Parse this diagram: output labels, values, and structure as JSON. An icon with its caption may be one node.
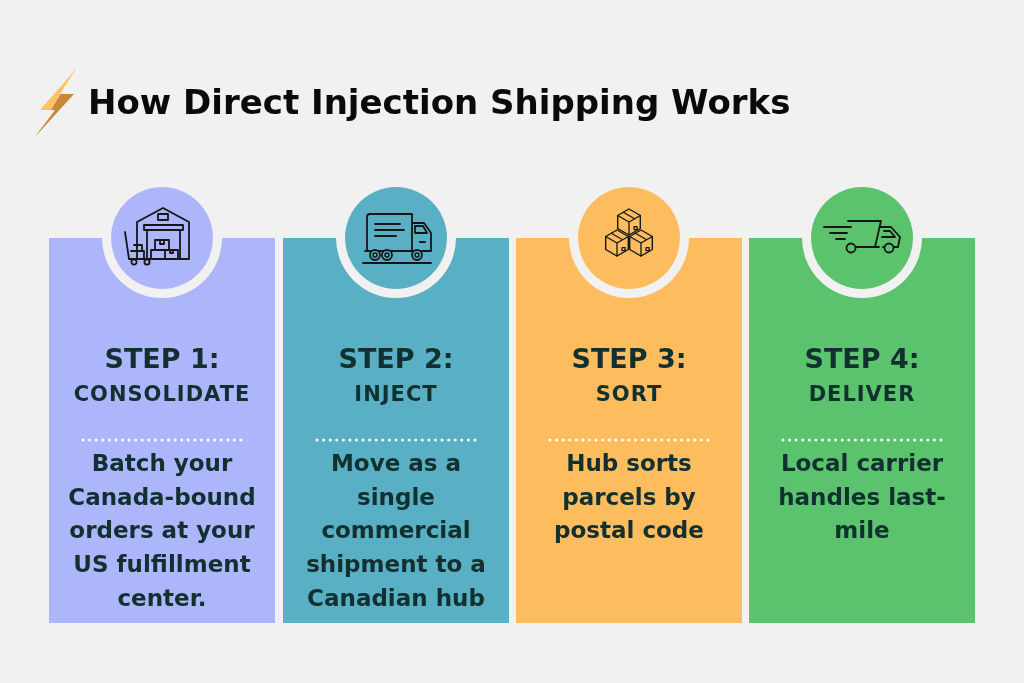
{
  "diagram": {
    "title": "How Direct Injection Shipping Works",
    "nodes": [
      {
        "text": [
          "STEP 1:",
          "CONSOLIDATE",
          "Batch your Canada-bound orders at your US fulfillment center."
        ]
      },
      {
        "text": [
          "STEP 2:",
          "INJECT",
          "Move as a single commercial shipment to a Canadian hub"
        ]
      },
      {
        "text": [
          "STEP 3:",
          "SORT",
          "Hub sorts parcels by postal code"
        ]
      },
      {
        "text": [
          "STEP 4:",
          "DELIVER",
          "Local carrier handles last-mile"
        ]
      }
    ]
  }
}
